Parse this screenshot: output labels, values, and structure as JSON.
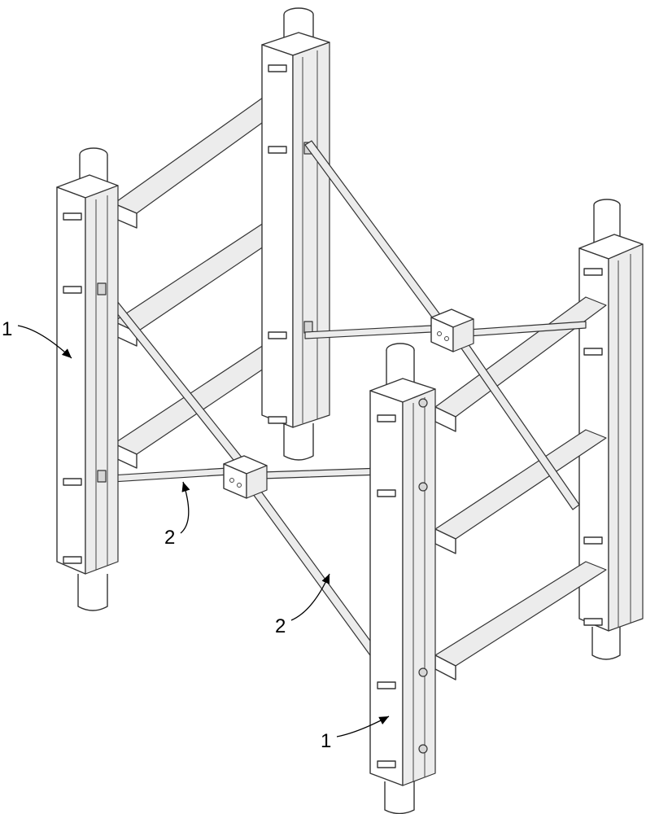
{
  "figure": {
    "callouts": [
      {
        "id": "frame-left",
        "label": "1"
      },
      {
        "id": "brace-left",
        "label": "2"
      },
      {
        "id": "brace-center",
        "label": "2"
      },
      {
        "id": "frame-front",
        "label": "1"
      }
    ]
  }
}
